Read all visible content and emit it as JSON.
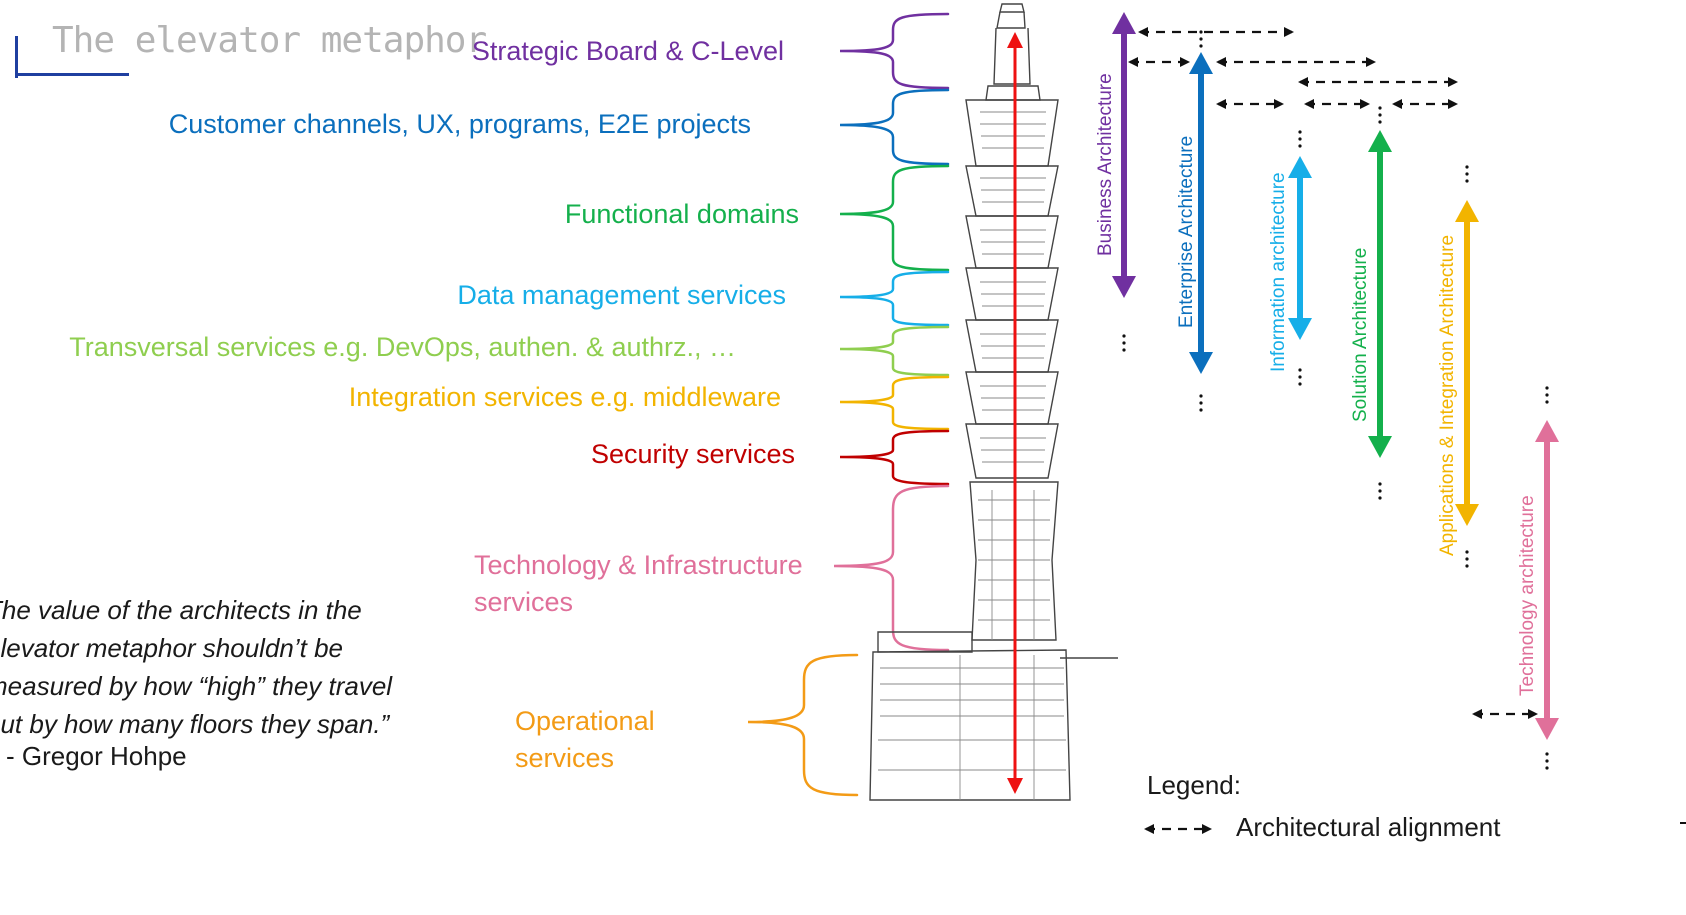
{
  "title": "The elevator metaphor",
  "layers": [
    {
      "id": "strategic",
      "label": "Strategic Board & C-Level",
      "color": "#7030a0"
    },
    {
      "id": "customer",
      "label": "Customer channels, UX, programs, E2E projects",
      "color": "#0b6fbd"
    },
    {
      "id": "functional",
      "label": "Functional domains",
      "color": "#14b04c"
    },
    {
      "id": "data",
      "label": "Data management services",
      "color": "#16aee8"
    },
    {
      "id": "transversal",
      "label": "Transversal services e.g. DevOps, authen. & authrz., …",
      "color": "#8fce4f"
    },
    {
      "id": "integration",
      "label": "Integration services e.g. middleware",
      "color": "#f2b400"
    },
    {
      "id": "security",
      "label": "Security services",
      "color": "#c00000"
    },
    {
      "id": "technology",
      "label_line1": "Technology & Infrastructure",
      "label_line2": "services",
      "color": "#e0709a"
    },
    {
      "id": "operational",
      "label_line1": "Operational",
      "label_line2": "services",
      "color": "#f39b16"
    }
  ],
  "architectures": [
    {
      "label": "Business Architecture",
      "color": "#7030a0"
    },
    {
      "label": "Enterprise Architecture",
      "color": "#0b6fbd"
    },
    {
      "label": "Information architecture",
      "color": "#16aee8"
    },
    {
      "label": "Solution Architecture",
      "color": "#14b04c"
    },
    {
      "label": "Applications & Integration  Architecture",
      "color": "#f2b400"
    },
    {
      "label": "Technology architecture",
      "color": "#e0709a"
    }
  ],
  "elevator_color": "#ee1111",
  "quote": {
    "line1": "The value of the architects in the",
    "line2": "elevator metaphor shouldn’t be",
    "line3": "measured by how “high” they travel",
    "line4": "but by how many floors they span.”",
    "author": "- Gregor Hohpe"
  },
  "legend": {
    "title": "Legend:",
    "item": "Architectural alignment"
  }
}
